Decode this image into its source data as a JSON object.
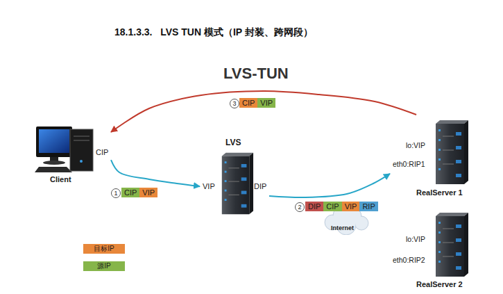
{
  "diagram": {
    "title": "18.1.3.3.   LVS TUN 模式（IP 封装、跨网段）",
    "nodes": [
      {
        "text": [
          "CIP",
          "Client"
        ]
      },
      {
        "text": [
          "LVS",
          "VIP",
          "DIP"
        ]
      },
      {
        "text": [
          "lo:VIP",
          "eth0:RIP1",
          "RealServer 1"
        ]
      },
      {
        "text": [
          "lo:VIP",
          "eth0:RIP2",
          "RealServer 2"
        ]
      },
      {
        "text": [
          "Internet"
        ]
      },
      {
        "text": [
          "CIP",
          "VIP"
        ]
      },
      {
        "text": [
          "DIP",
          "CIP",
          "VIP",
          "RIP"
        ]
      },
      {
        "text": [
          "CIP",
          "VIP"
        ]
      }
    ],
    "edges": [
      {
        "from": 0,
        "to": 1,
        "arrow": "to"
      },
      {
        "from": 1,
        "to": 2,
        "arrow": "to"
      },
      {
        "from": 2,
        "to": 0,
        "arrow": "to"
      }
    ],
    "labels": [
      "LVS-TUN",
      "1",
      "2",
      "3"
    ],
    "legend": [
      {
        "text": "目标IP",
        "color": "#e8873a"
      },
      {
        "text": "源IP",
        "color": "#86b54a"
      }
    ]
  }
}
